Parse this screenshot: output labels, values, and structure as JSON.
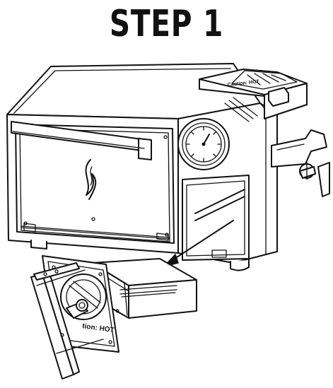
{
  "header": {
    "title": "STEP 1"
  },
  "labels": {
    "lid_label": "Caution: HOT",
    "tray_label": "tion: HOT"
  },
  "colors": {
    "line": "#111111",
    "background": "#ffffff"
  }
}
